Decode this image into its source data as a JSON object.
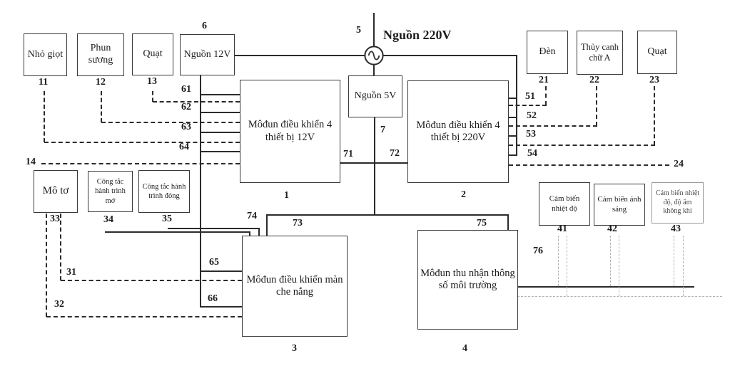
{
  "diagram": {
    "source_label": "Nguồn 220V",
    "boxes": {
      "drip": {
        "label": "Nhỏ giọt",
        "num": "11"
      },
      "mist": {
        "label": "Phun sương",
        "num": "12"
      },
      "fan_left": {
        "label": "Quạt",
        "num": "13"
      },
      "psu12": {
        "label": "Nguồn 12V",
        "num": "6"
      },
      "psu5": {
        "label": "Nguồn 5V",
        "num": "7"
      },
      "lamp": {
        "label": "Đèn",
        "num": "21"
      },
      "hydro": {
        "label": "Thủy canh chữ A",
        "num": "22"
      },
      "fan_right": {
        "label": "Quạt",
        "num": "23"
      },
      "module1": {
        "label": "Môđun điều khiển 4 thiết bị 12V",
        "num": "1"
      },
      "module2": {
        "label": "Môđun điều khiển 4 thiết bị 220V",
        "num": "2"
      },
      "module3": {
        "label": "Môđun điều khiển màn che nắng",
        "num": "3"
      },
      "module4": {
        "label": "Môđun thu nhận thông số môi trường",
        "num": "4"
      },
      "motor": {
        "label": "Mô tơ",
        "num": "33"
      },
      "sw_open": {
        "label": "Công tắc hành trình mở",
        "num": "34"
      },
      "sw_close": {
        "label": "Công tắc hành trình đóng",
        "num": "35"
      },
      "sensor_temp": {
        "label": "Cảm biến nhiệt độ",
        "num": "41"
      },
      "sensor_light": {
        "label": "Cảm biến ánh sáng",
        "num": "42"
      },
      "sensor_humid": {
        "label": "Cảm biến nhiệt độ, độ ẩm không khí",
        "num": "43"
      }
    },
    "wire_labels": {
      "w5": "5",
      "w14": "14",
      "w24": "24",
      "w31": "31",
      "w32": "32",
      "w51": "51",
      "w52": "52",
      "w53": "53",
      "w54": "54",
      "w61": "61",
      "w62": "62",
      "w63": "63",
      "w64": "64",
      "w65": "65",
      "w66": "66",
      "w71": "71",
      "w72": "72",
      "w73": "73",
      "w74": "74",
      "w75": "75",
      "w76": "76"
    },
    "colors": {
      "line": "#2b2b2b",
      "faint": "#b2b2b2"
    }
  }
}
